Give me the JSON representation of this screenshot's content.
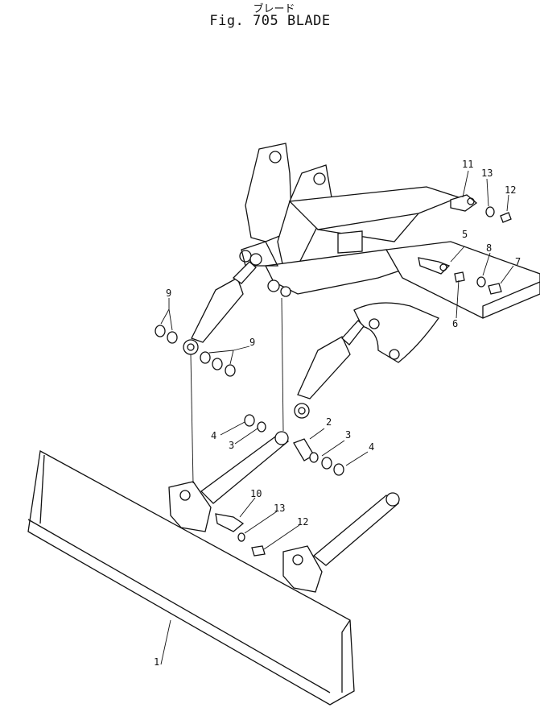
{
  "header": {
    "jp_title": "ブレード",
    "fig_title": "Fig. 705 BLADE"
  },
  "callouts": [
    {
      "id": "c1",
      "text": "1"
    },
    {
      "id": "c2",
      "text": "2"
    },
    {
      "id": "c3a",
      "text": "3"
    },
    {
      "id": "c3b",
      "text": "3"
    },
    {
      "id": "c4a",
      "text": "4"
    },
    {
      "id": "c4b",
      "text": "4"
    },
    {
      "id": "c5",
      "text": "5"
    },
    {
      "id": "c6",
      "text": "6"
    },
    {
      "id": "c7",
      "text": "7"
    },
    {
      "id": "c8",
      "text": "8"
    },
    {
      "id": "c9a",
      "text": "9"
    },
    {
      "id": "c9b",
      "text": "9"
    },
    {
      "id": "c10",
      "text": "10"
    },
    {
      "id": "c11",
      "text": "11"
    },
    {
      "id": "c12a",
      "text": "12"
    },
    {
      "id": "c12b",
      "text": "12"
    },
    {
      "id": "c13a",
      "text": "13"
    },
    {
      "id": "c13b",
      "text": "13"
    }
  ]
}
